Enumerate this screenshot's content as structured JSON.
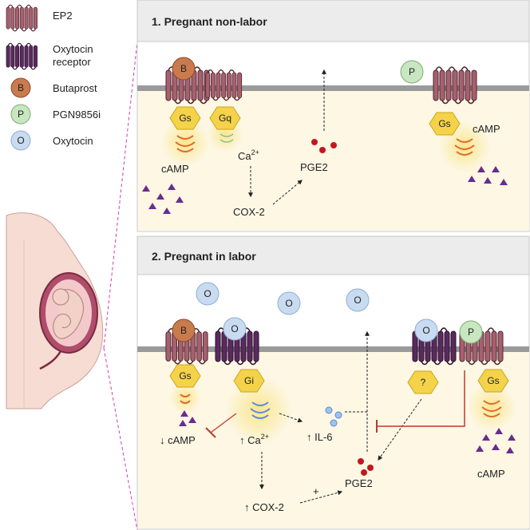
{
  "legend": {
    "ep2": "EP2",
    "oxytocin_receptor_line1": "Oxytocin",
    "oxytocin_receptor_line2": "receptor",
    "butaprost_letter": "B",
    "butaprost": "Butaprost",
    "pgn_letter": "P",
    "pgn": "PGN9856i",
    "oxytocin_letter": "O",
    "oxytocin": "Oxytocin"
  },
  "panel1": {
    "title": "1. Pregnant non-labor",
    "gs": "Gs",
    "gq": "Gq",
    "camp_left": "cAMP",
    "ca": "Ca",
    "ca_sup": "2+",
    "pge2": "PGE2",
    "cox2": "COX-2",
    "camp_right": "cAMP"
  },
  "panel2": {
    "title": "2. Pregnant in labor",
    "gs_left": "Gs",
    "gi": "Gi",
    "unknown": "?",
    "gs_right": "Gs",
    "camp_down": "↓ cAMP",
    "ca_up": "↑ Ca",
    "ca_sup": "2+",
    "il6": "↑ IL-6",
    "pge2": "PGE2",
    "cox2_up": "↑ COX-2",
    "plus": "+",
    "camp_right": "cAMP"
  },
  "colors": {
    "ep2": "#a8606e",
    "oxytocin_receptor": "#5a2a5e",
    "butaprost": "#c97b4e",
    "pgn": "#c8e6c0",
    "oxytocin": "#c9dbf0",
    "g_protein": "#f4d34a",
    "cytoplasm": "#fdf7e4",
    "panel_header": "#ececec",
    "membrane": "#9a9a9a",
    "pge2_dot": "#c4161c",
    "camp_triangle": "#6a2c8e",
    "inhibition": "#c0392b",
    "il6_dot": "#9fc4e8"
  }
}
